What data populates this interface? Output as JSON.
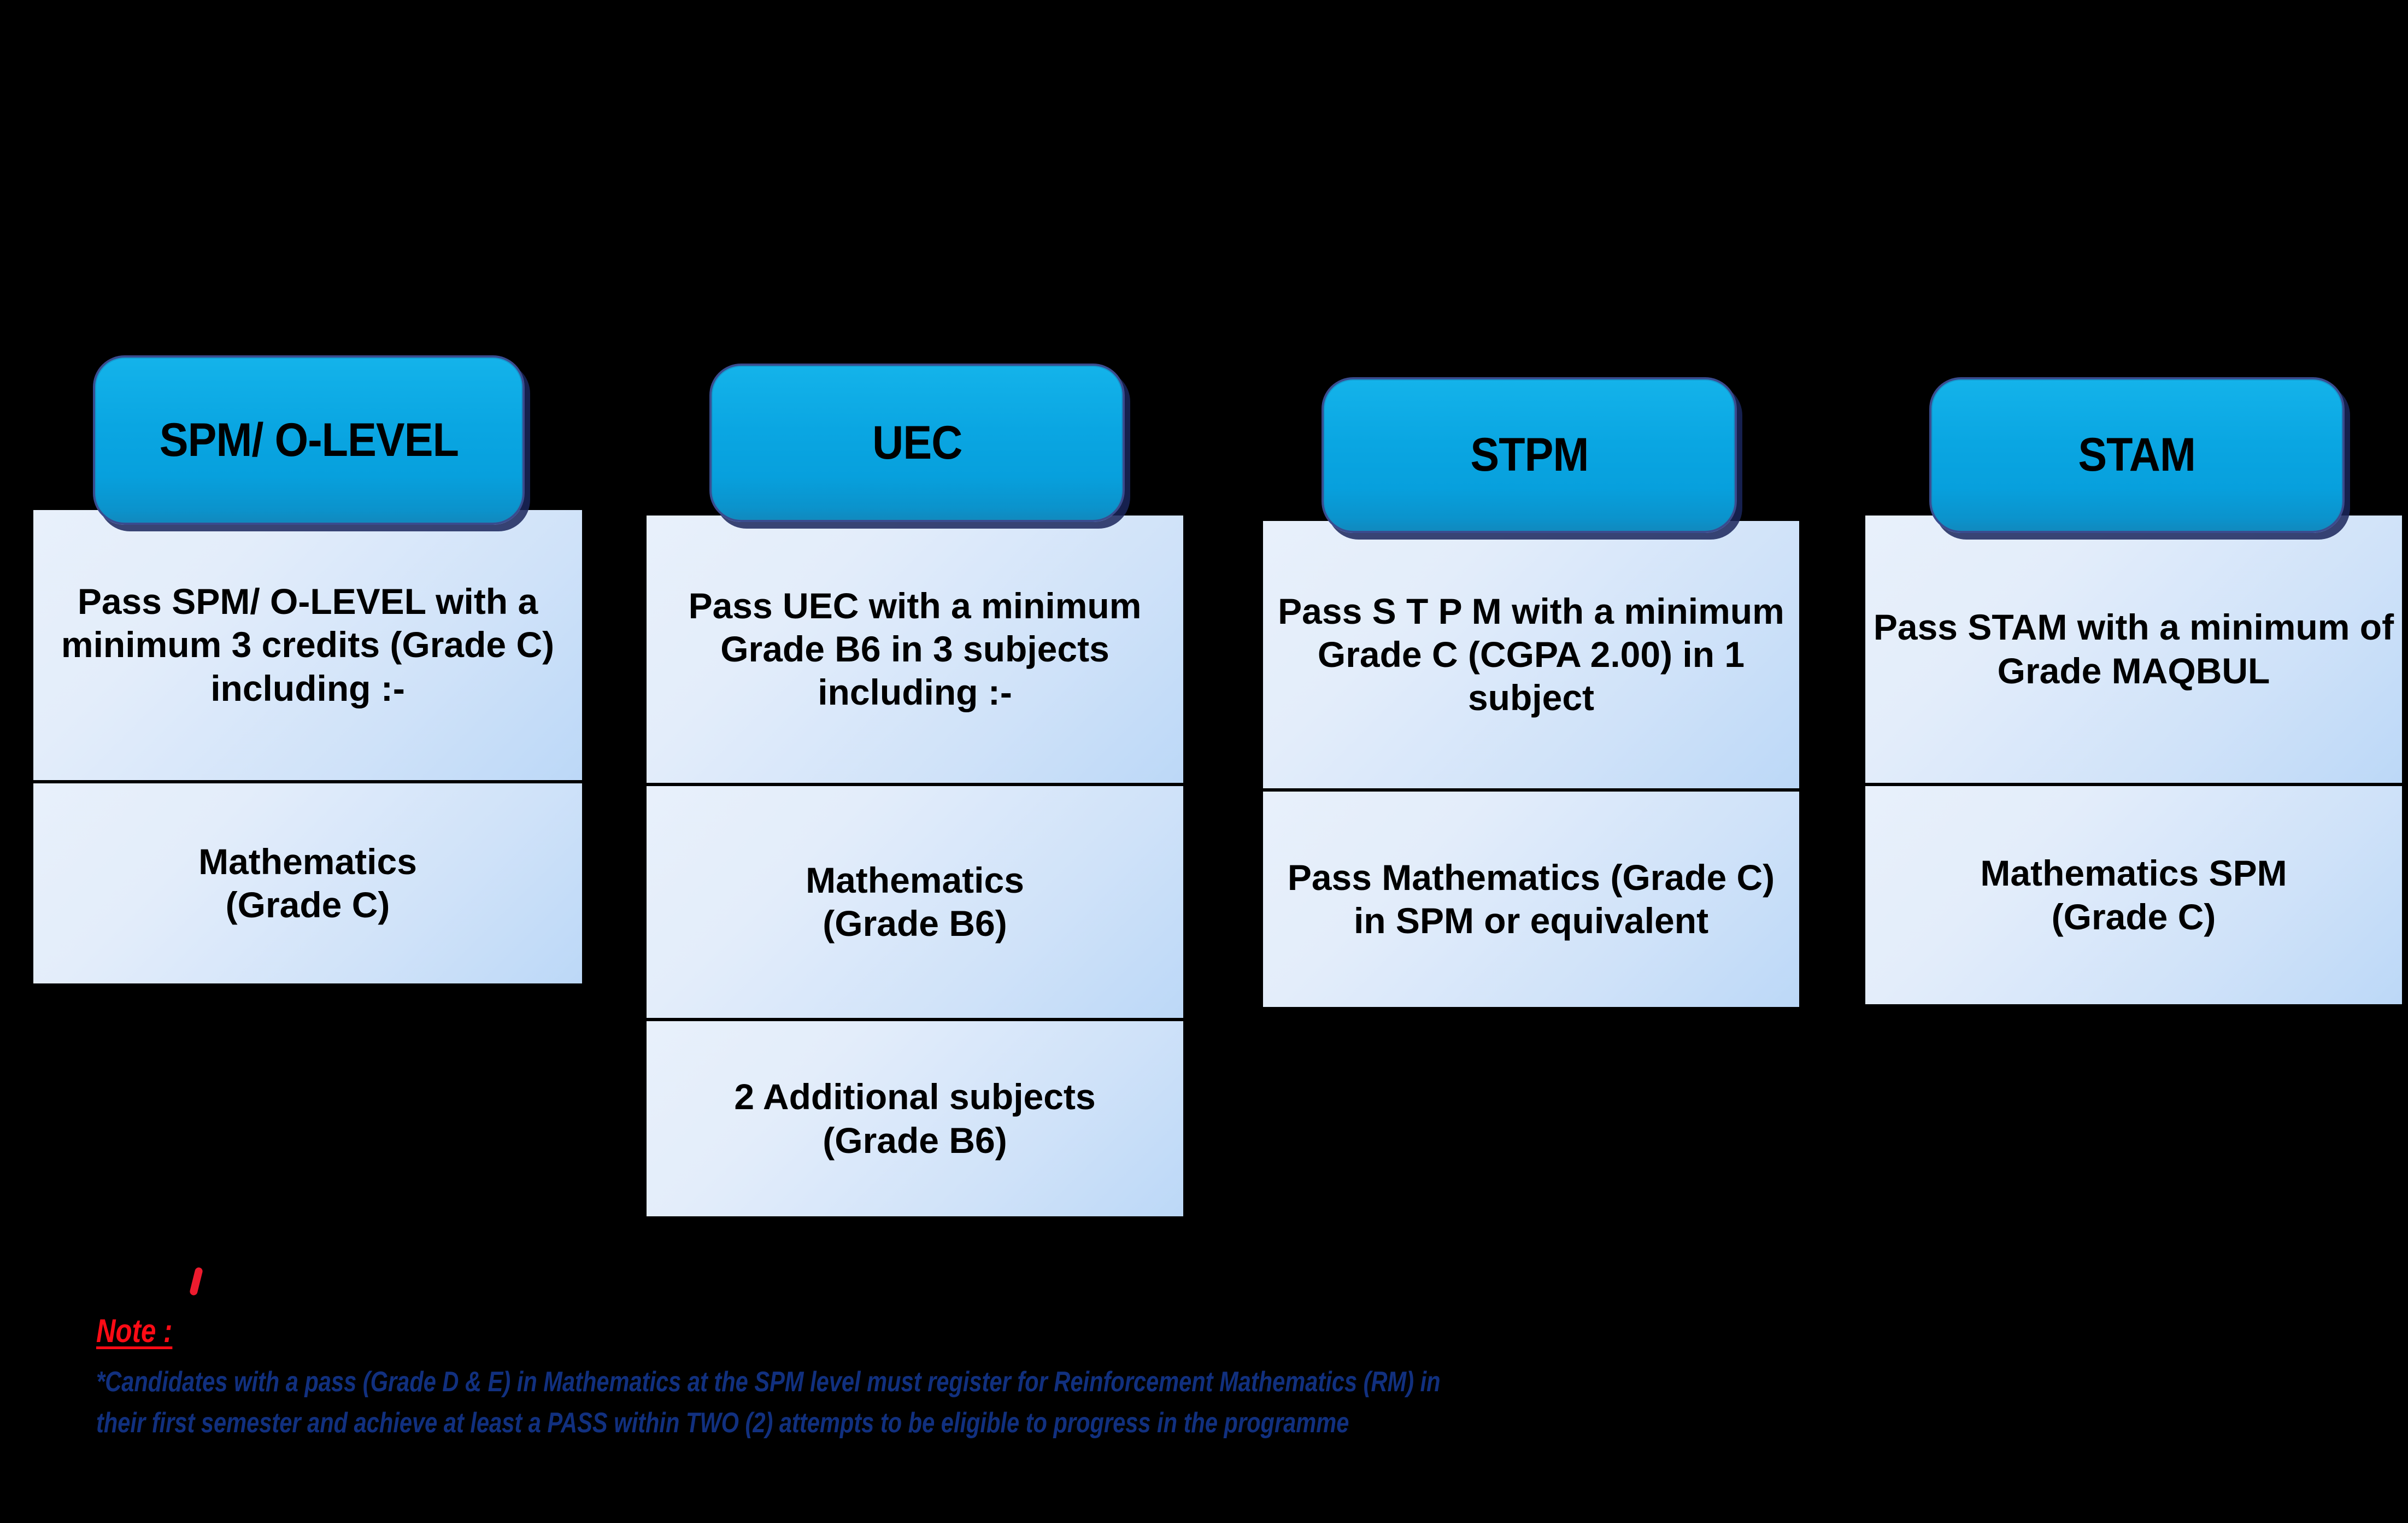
{
  "theme": {
    "background": "#000000",
    "header_blue": "#0aa6e2",
    "header_border": "#3a4c8f",
    "cell_gradient_from": "#e8f0fb",
    "cell_gradient_to": "#bcd8f7",
    "cell_border": "#000000",
    "note_title_color": "#ff0b15",
    "note_body_color": "#11307f",
    "cell_text_color": "#000000"
  },
  "columns": [
    {
      "id": "spm-o-level",
      "header": "SPM/ O-LEVEL",
      "cells": [
        "Pass SPM/ O-LEVEL with a minimum 3 credits (Grade C) including :-",
        "Mathematics\n(Grade C)"
      ]
    },
    {
      "id": "uec",
      "header": "UEC",
      "cells": [
        "Pass UEC with a minimum Grade B6 in 3 subjects including :-",
        "Mathematics\n(Grade B6)",
        "2 Additional subjects\n(Grade B6)"
      ]
    },
    {
      "id": "stpm",
      "header": "STPM",
      "cells": [
        "Pass  S T P M   with a minimum Grade C (CGPA 2.00) in 1 subject",
        "Pass Mathematics (Grade C) in SPM or equivalent"
      ]
    },
    {
      "id": "stam",
      "header": "STAM",
      "cells": [
        "Pass STAM with a minimum of Grade MAQBUL",
        "Mathematics SPM\n(Grade C)"
      ]
    }
  ],
  "note": {
    "title": "Note :",
    "lines": [
      "*Candidates with a pass (Grade D & E)  in Mathematics at the SPM level must register for Reinforcement Mathematics (RM) in",
      "their first semester and achieve at least a PASS within TWO (2) attempts to be eligible to progress in the programme"
    ]
  }
}
